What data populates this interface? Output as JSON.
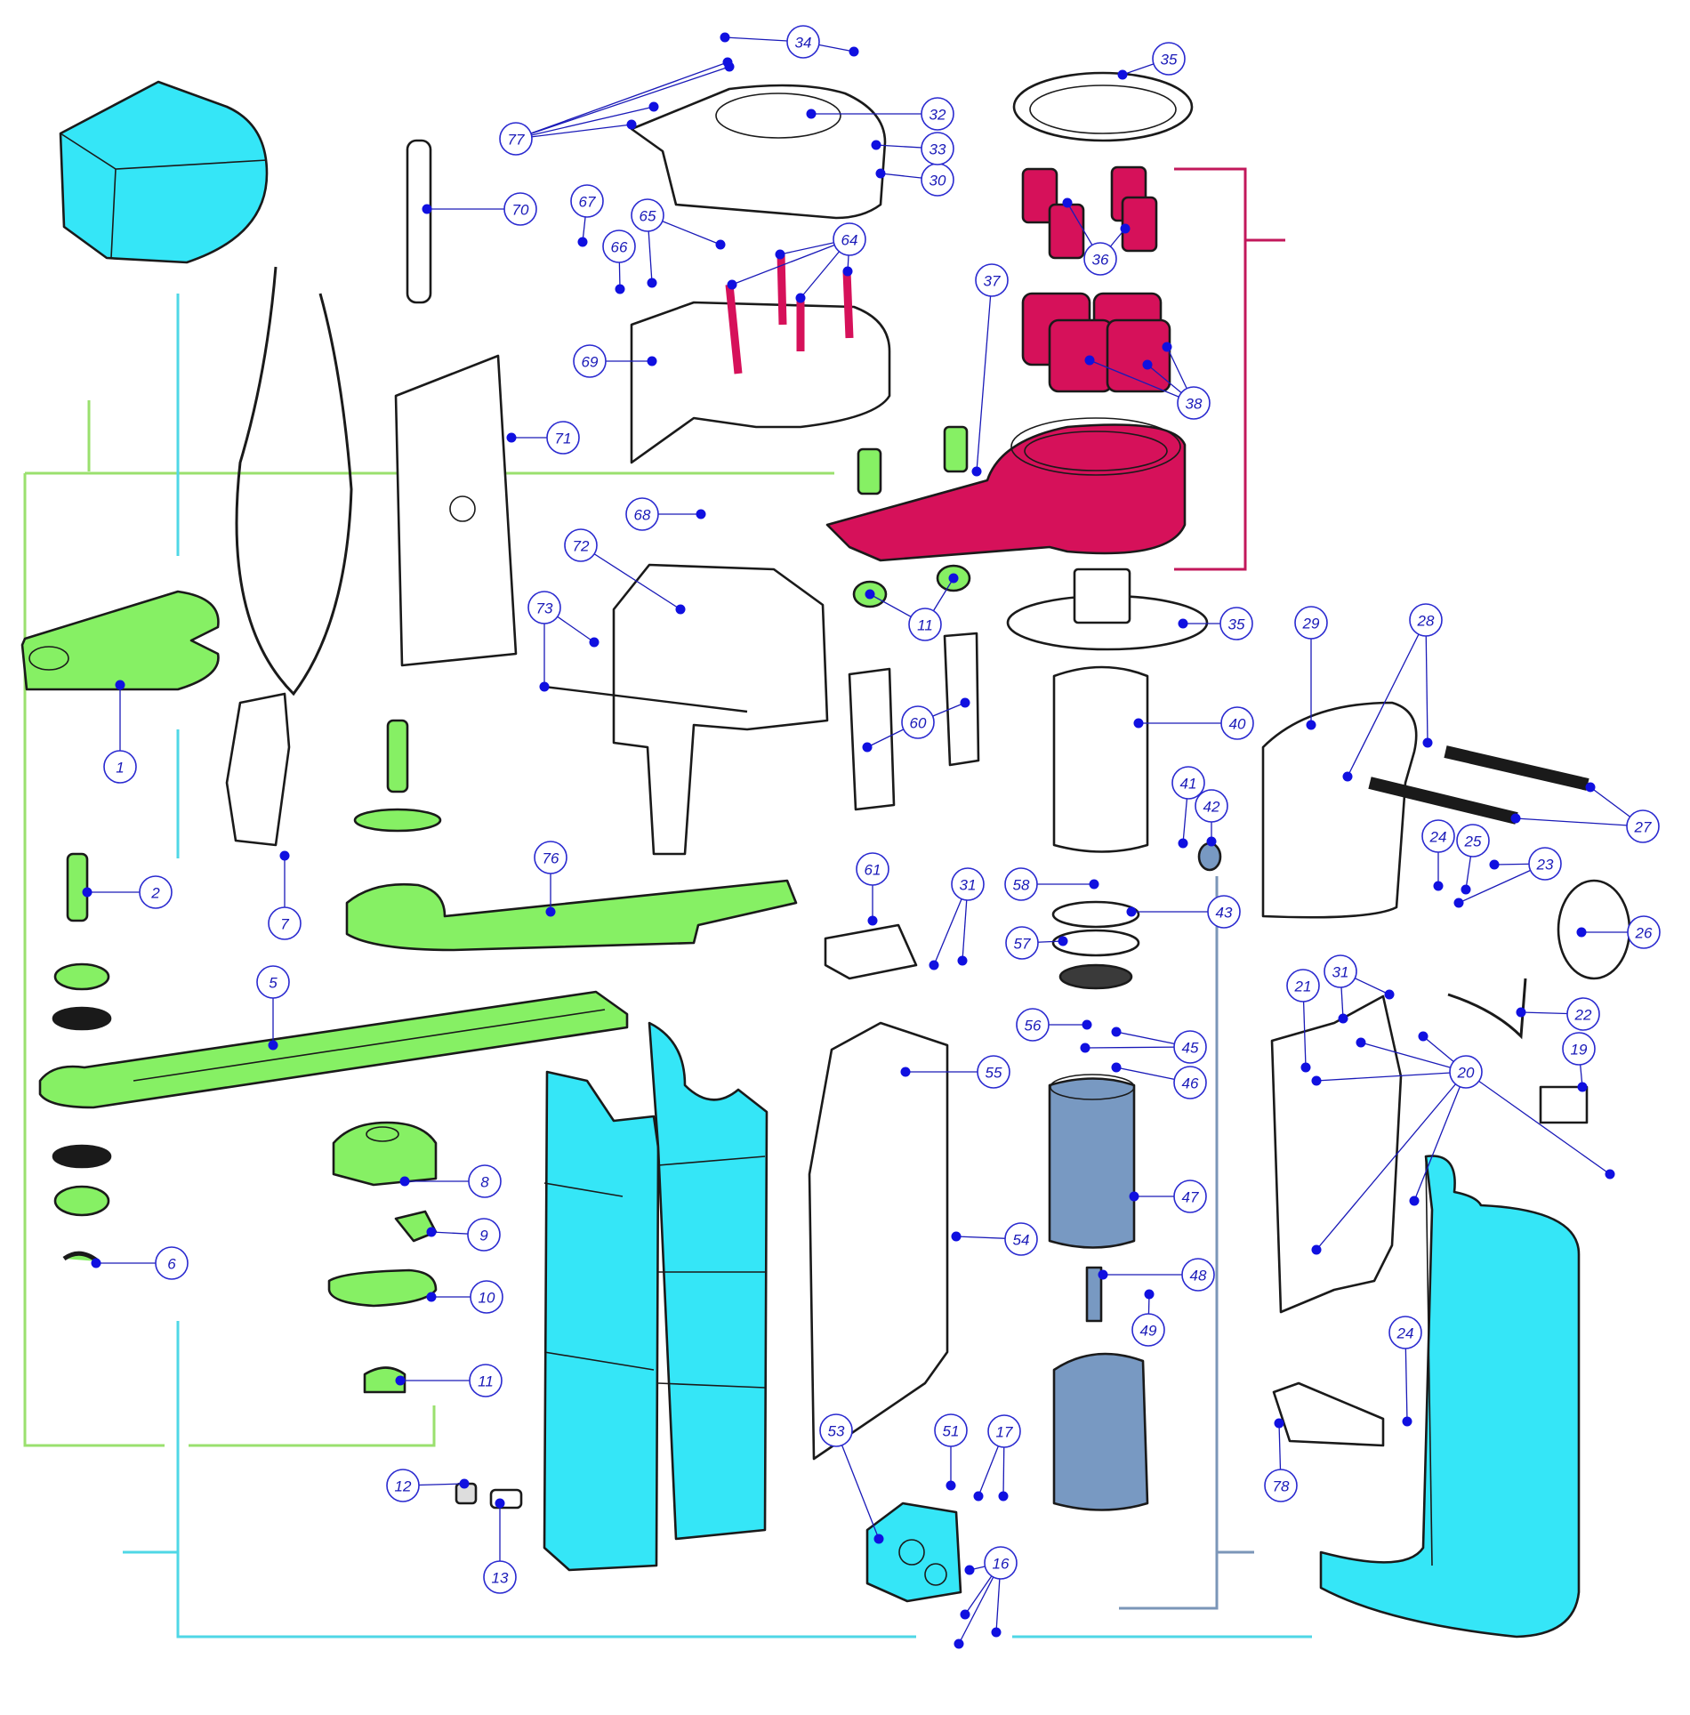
{
  "colors": {
    "cyan": "#35e6f7",
    "green": "#86f064",
    "magenta": "#d6115a",
    "steel": "#7899c2",
    "callout_blue": "#1a1ab8",
    "bracket_cyan": "#4fd7e6",
    "bracket_green": "#9ae06e",
    "bracket_magenta": "#c2185b",
    "bracket_steel": "#7b96b8"
  },
  "callouts": [
    {
      "label": "1"
    },
    {
      "label": "2"
    },
    {
      "label": "5"
    },
    {
      "label": "6"
    },
    {
      "label": "7"
    },
    {
      "label": "8"
    },
    {
      "label": "9"
    },
    {
      "label": "10"
    },
    {
      "label": "11"
    },
    {
      "label": "11"
    },
    {
      "label": "12"
    },
    {
      "label": "13"
    },
    {
      "label": "16"
    },
    {
      "label": "17"
    },
    {
      "label": "19"
    },
    {
      "label": "20"
    },
    {
      "label": "21"
    },
    {
      "label": "22"
    },
    {
      "label": "23"
    },
    {
      "label": "24"
    },
    {
      "label": "24"
    },
    {
      "label": "25"
    },
    {
      "label": "26"
    },
    {
      "label": "27"
    },
    {
      "label": "28"
    },
    {
      "label": "29"
    },
    {
      "label": "30"
    },
    {
      "label": "31"
    },
    {
      "label": "31"
    },
    {
      "label": "32"
    },
    {
      "label": "33"
    },
    {
      "label": "34"
    },
    {
      "label": "35"
    },
    {
      "label": "35"
    },
    {
      "label": "36"
    },
    {
      "label": "37"
    },
    {
      "label": "38"
    },
    {
      "label": "40"
    },
    {
      "label": "41"
    },
    {
      "label": "42"
    },
    {
      "label": "43"
    },
    {
      "label": "45"
    },
    {
      "label": "46"
    },
    {
      "label": "47"
    },
    {
      "label": "48"
    },
    {
      "label": "49"
    },
    {
      "label": "51"
    },
    {
      "label": "53"
    },
    {
      "label": "54"
    },
    {
      "label": "55"
    },
    {
      "label": "56"
    },
    {
      "label": "57"
    },
    {
      "label": "58"
    },
    {
      "label": "60"
    },
    {
      "label": "61"
    },
    {
      "label": "64"
    },
    {
      "label": "65"
    },
    {
      "label": "66"
    },
    {
      "label": "67"
    },
    {
      "label": "68"
    },
    {
      "label": "69"
    },
    {
      "label": "70"
    },
    {
      "label": "71"
    },
    {
      "label": "72"
    },
    {
      "label": "73"
    },
    {
      "label": "76"
    },
    {
      "label": "77"
    },
    {
      "label": "78"
    }
  ]
}
